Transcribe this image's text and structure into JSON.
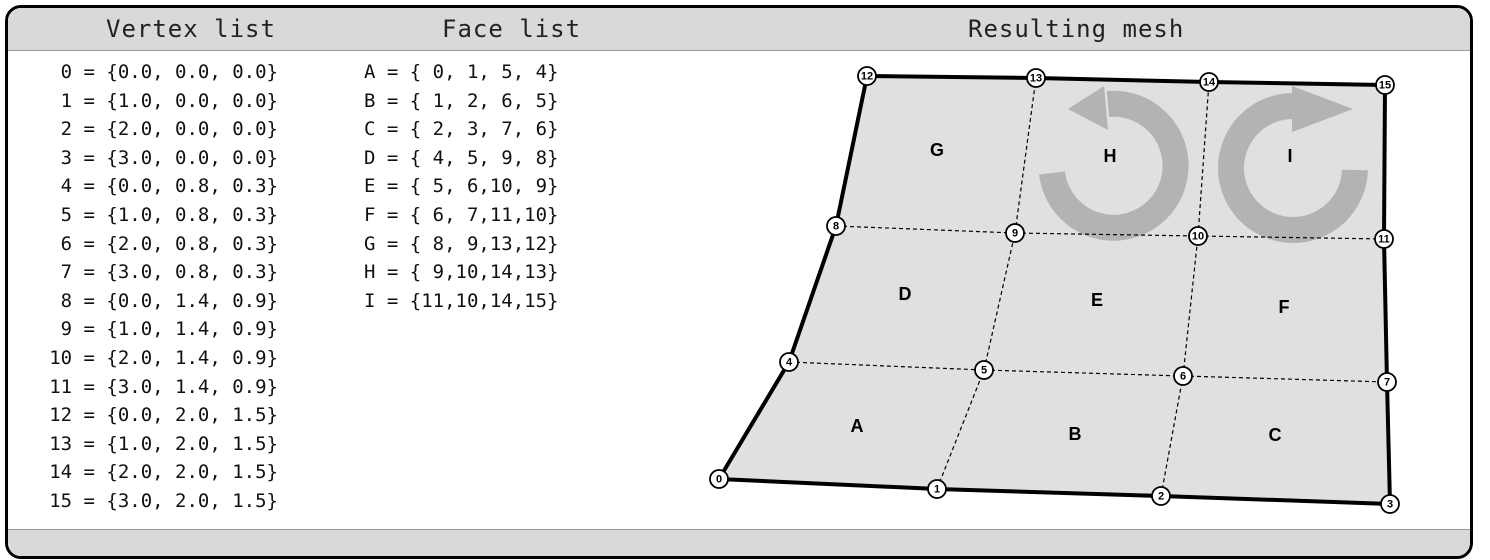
{
  "headers": {
    "vertex": "Vertex list",
    "face": "Face list",
    "mesh": "Resulting mesh"
  },
  "vertices": [
    "0 = {0.0, 0.0, 0.0}",
    "1 = {1.0, 0.0, 0.0}",
    "2 = {2.0, 0.0, 0.0}",
    "3 = {3.0, 0.0, 0.0}",
    "4 = {0.0, 0.8, 0.3}",
    "5 = {1.0, 0.8, 0.3}",
    "6 = {2.0, 0.8, 0.3}",
    "7 = {3.0, 0.8, 0.3}",
    "8 = {0.0, 1.4, 0.9}",
    "9 = {1.0, 1.4, 0.9}",
    "10 = {2.0, 1.4, 0.9}",
    "11 = {3.0, 1.4, 0.9}",
    "12 = {0.0, 2.0, 1.5}",
    "13 = {1.0, 2.0, 1.5}",
    "14 = {2.0, 2.0, 1.5}",
    "15 = {3.0, 2.0, 1.5}"
  ],
  "faces": [
    "A = { 0, 1, 5, 4}",
    "B = { 1, 2, 6, 5}",
    "C = { 2, 3, 7, 6}",
    "D = { 4, 5, 9, 8}",
    "E = { 5, 6,10, 9}",
    "F = { 6, 7,11,10}",
    "G = { 8, 9,13,12}",
    "H = { 9,10,14,13}",
    "I = {11,10,14,15}"
  ],
  "mesh": {
    "vertex_numbers": [
      "0",
      "1",
      "2",
      "3",
      "4",
      "5",
      "6",
      "7",
      "8",
      "9",
      "10",
      "11",
      "12",
      "13",
      "14",
      "15"
    ],
    "face_labels": [
      "A",
      "B",
      "C",
      "D",
      "E",
      "F",
      "G",
      "H",
      "I"
    ],
    "face_fill": "#e0e0e0",
    "arrow_color": "#b3b3b3"
  }
}
